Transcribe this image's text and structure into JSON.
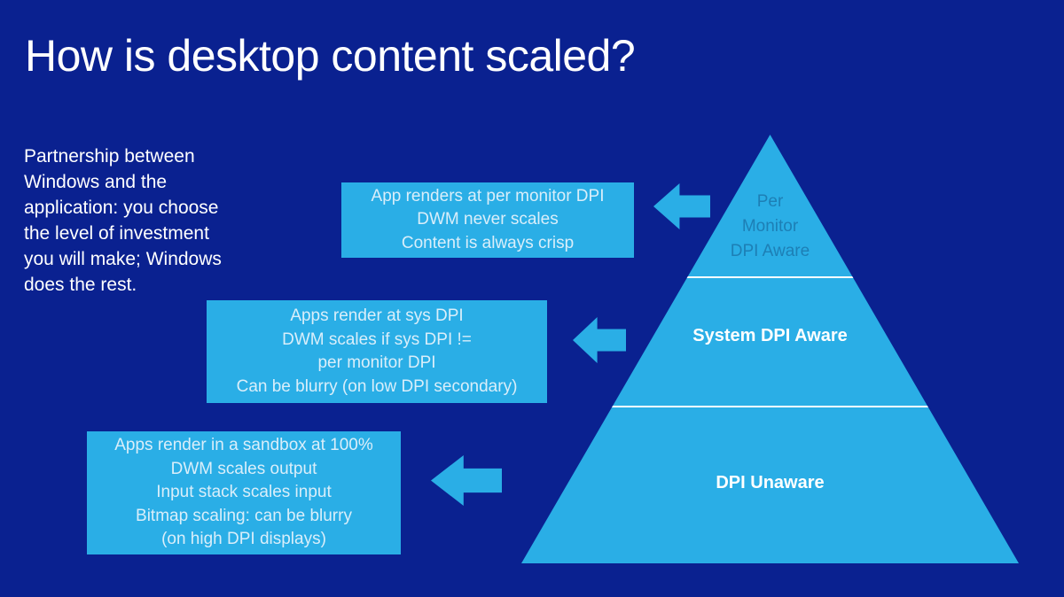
{
  "colors": {
    "background": "#0a2190",
    "accent": "#2aaee6",
    "callout_text": "#d9eefa",
    "tier_top_text": "#1d7fb5",
    "white_text": "#ffffff"
  },
  "slide": {
    "title": "How is desktop content scaled?",
    "intro_lines": [
      "Partnership between",
      "Windows and the",
      "application: you choose",
      "the level of investment",
      "you will make; Windows",
      "does the rest."
    ]
  },
  "callouts": [
    {
      "name": "per-monitor-dpi-aware",
      "lines": [
        "App renders at per monitor DPI",
        "DWM never scales",
        "Content is always crisp"
      ]
    },
    {
      "name": "system-dpi-aware",
      "lines": [
        "Apps render at sys DPI",
        "DWM scales if sys DPI !=",
        "per monitor DPI",
        "Can be blurry (on low DPI secondary)"
      ]
    },
    {
      "name": "dpi-unaware",
      "lines": [
        "Apps render in a sandbox at 100%",
        "DWM scales output",
        "Input stack scales input",
        "Bitmap scaling: can be blurry",
        "(on high DPI displays)"
      ]
    }
  ],
  "icons": {
    "arrow": "left-block-arrow"
  },
  "pyramid": {
    "tiers": [
      {
        "name": "per-monitor-dpi-aware",
        "label_lines": [
          "Per",
          "Monitor",
          "DPI Aware"
        ]
      },
      {
        "name": "system-dpi-aware",
        "label": "System DPI Aware"
      },
      {
        "name": "dpi-unaware",
        "label": "DPI Unaware"
      }
    ]
  }
}
